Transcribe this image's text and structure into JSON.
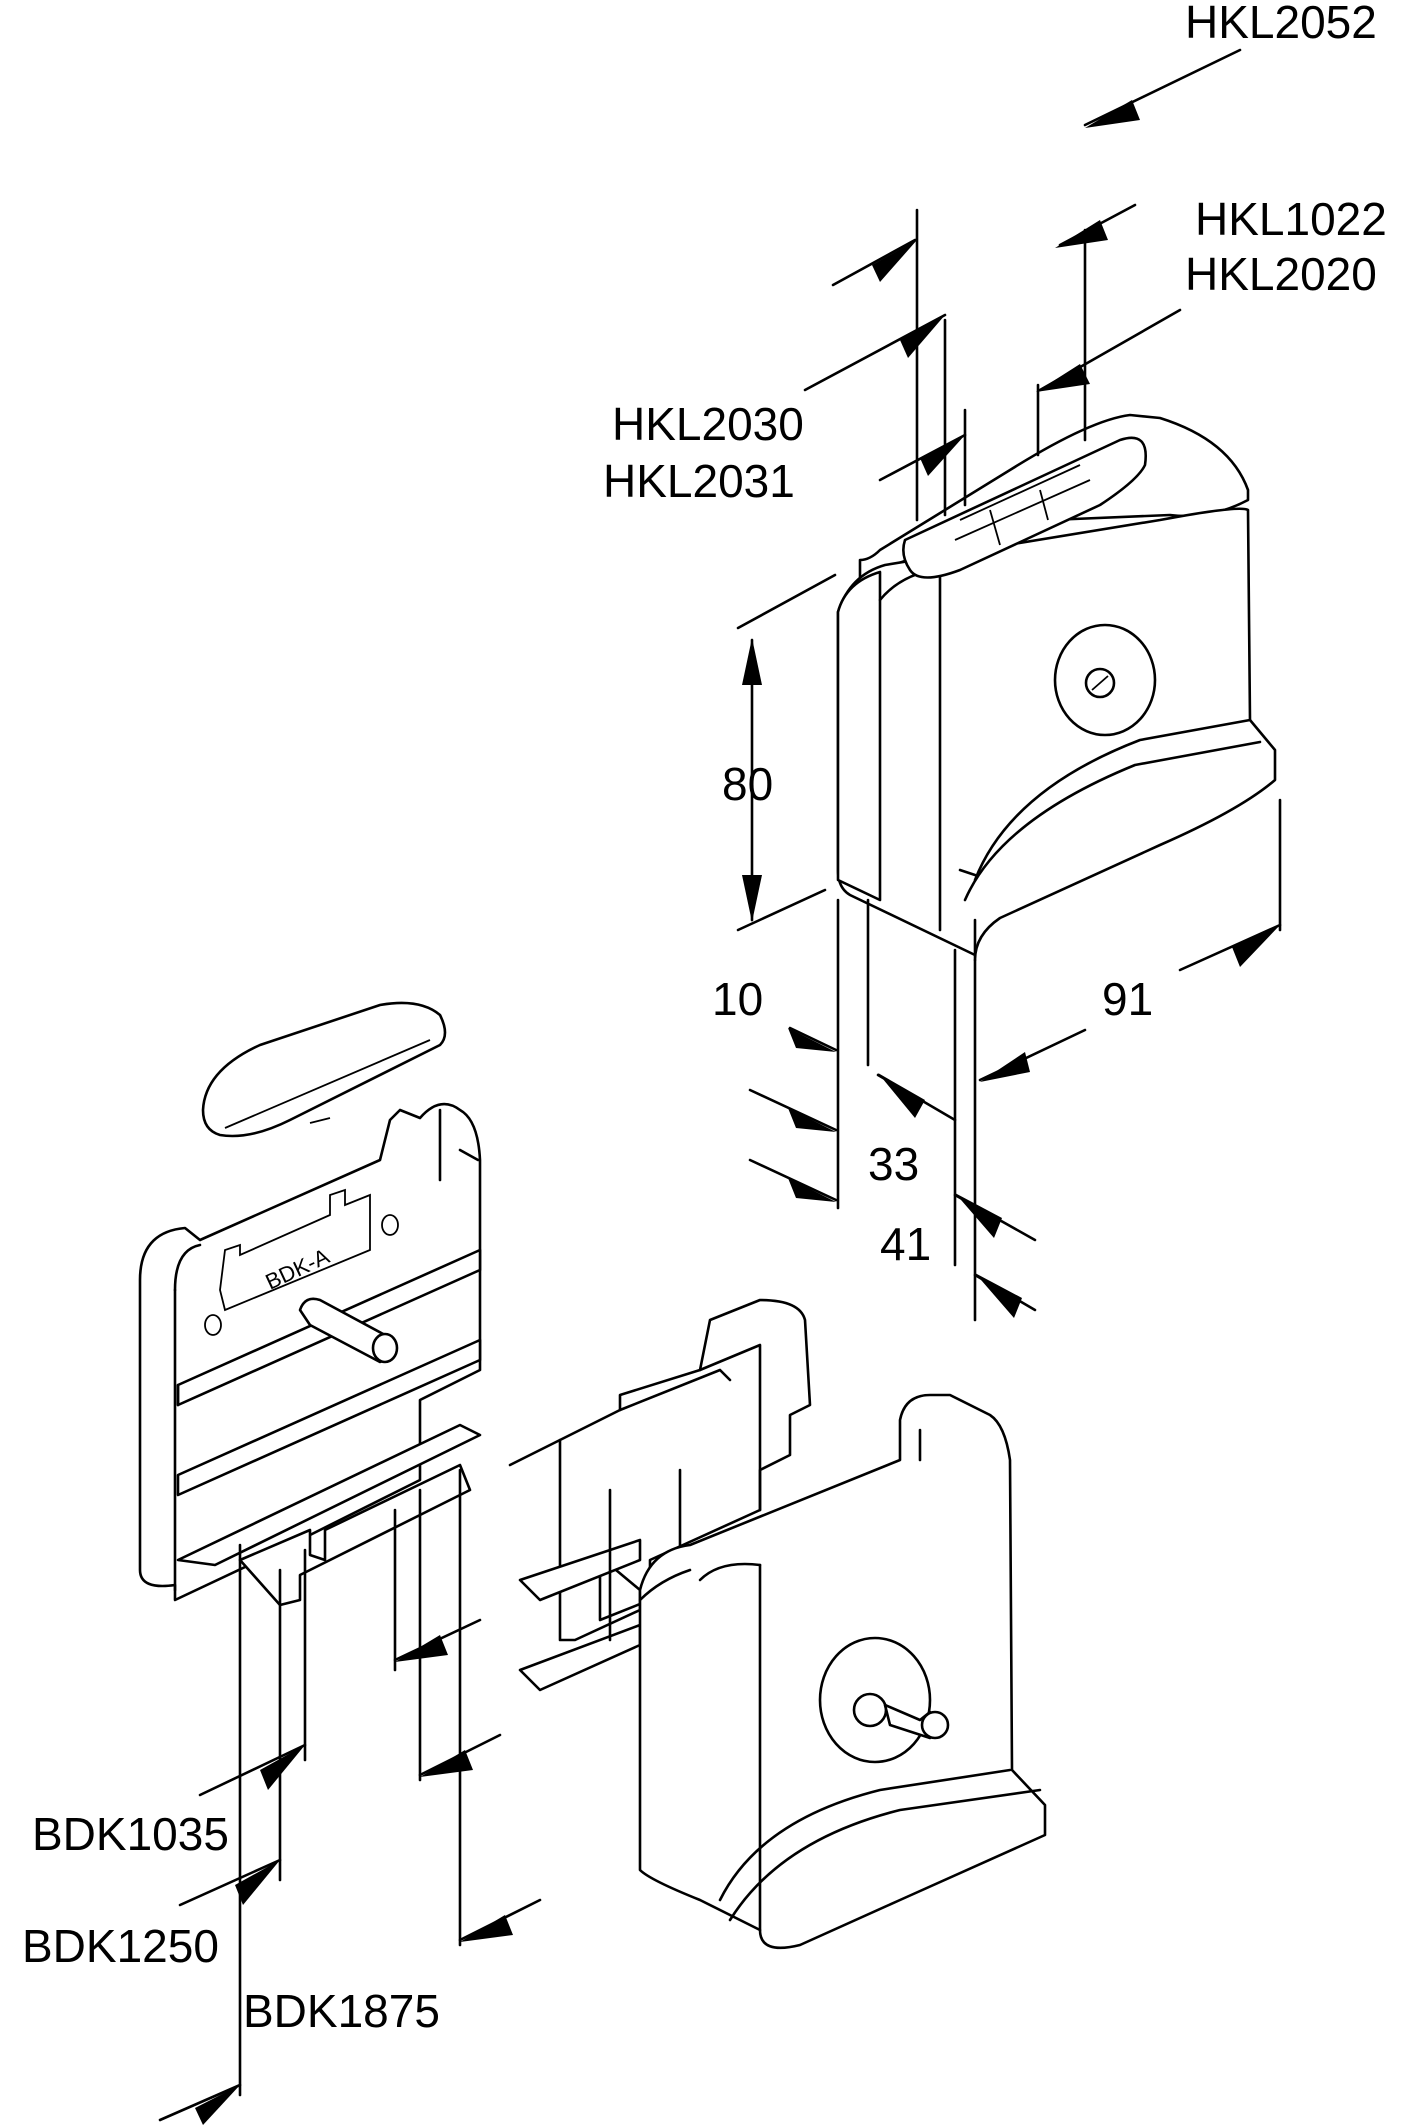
{
  "labels": {
    "hkl2052": "HKL2052",
    "hkl1022": "HKL1022",
    "hkl2020": "HKL2020",
    "hkl2030": "HKL2030",
    "hkl2031": "HKL2031",
    "bdk1035": "BDK1035",
    "bdk1250": "BDK1250",
    "bdk1875": "BDK1875",
    "part_marking": "BDK-A"
  },
  "dimensions": {
    "height": "80",
    "offset": "10",
    "width": "91",
    "inner": "33",
    "outer": "41"
  },
  "colors": {
    "line": "#000000",
    "background": "#ffffff"
  }
}
